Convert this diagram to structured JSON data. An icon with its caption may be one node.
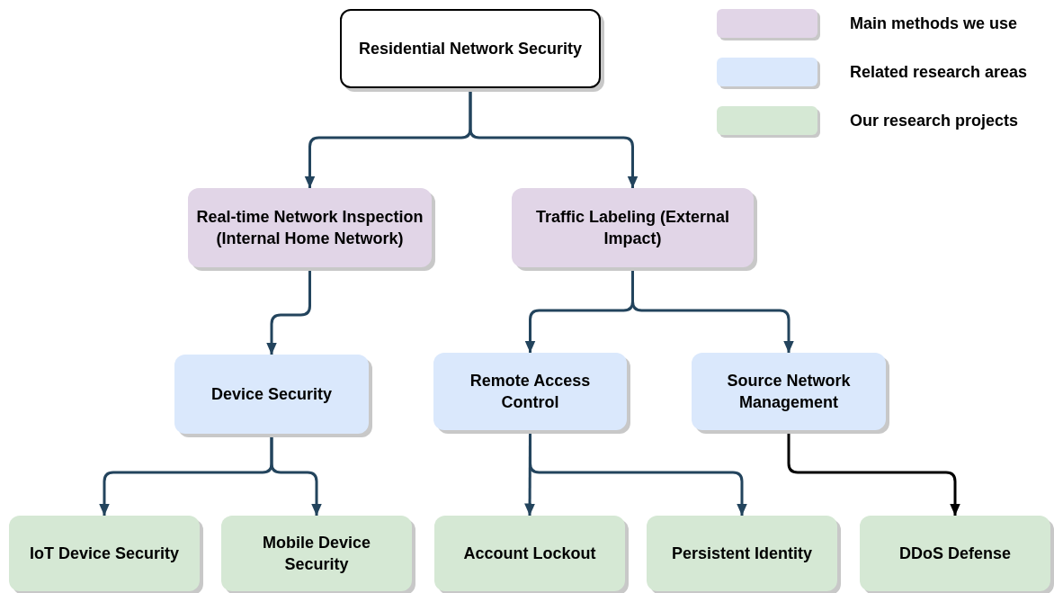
{
  "diagram": {
    "nodes": [
      {
        "text": [
          "Residential Network Security"
        ]
      },
      {
        "text": [
          "Real-time Network Inspection (Internal Home Network)"
        ]
      },
      {
        "text": [
          "Traffic Labeling (External Impact)"
        ]
      },
      {
        "text": [
          "Device Security"
        ]
      },
      {
        "text": [
          "Remote Access Control"
        ]
      },
      {
        "text": [
          "Source Network Management"
        ]
      },
      {
        "text": [
          "IoT Device Security"
        ]
      },
      {
        "text": [
          "Mobile Device Security"
        ]
      },
      {
        "text": [
          "Account Lockout"
        ]
      },
      {
        "text": [
          "Persistent Identity"
        ]
      },
      {
        "text": [
          "DDoS Defense"
        ]
      }
    ],
    "edges": [
      {
        "from": 0,
        "to": 1,
        "arrow": "to"
      },
      {
        "from": 0,
        "to": 2,
        "arrow": "to"
      },
      {
        "from": 1,
        "to": 3,
        "arrow": "to"
      },
      {
        "from": 2,
        "to": 4,
        "arrow": "to"
      },
      {
        "from": 2,
        "to": 5,
        "arrow": "to"
      },
      {
        "from": 3,
        "to": 6,
        "arrow": "to"
      },
      {
        "from": 3,
        "to": 7,
        "arrow": "to"
      },
      {
        "from": 4,
        "to": 8,
        "arrow": "to"
      },
      {
        "from": 4,
        "to": 9,
        "arrow": "to"
      },
      {
        "from": 5,
        "to": 10,
        "arrow": "to",
        "color": "#000000"
      }
    ],
    "legend": [
      {
        "text": "Main methods we use",
        "color": "#e1d5e7"
      },
      {
        "text": "Related research areas",
        "color": "#dae8fc"
      },
      {
        "text": "Our research projects",
        "color": "#d5e8d4"
      }
    ]
  }
}
